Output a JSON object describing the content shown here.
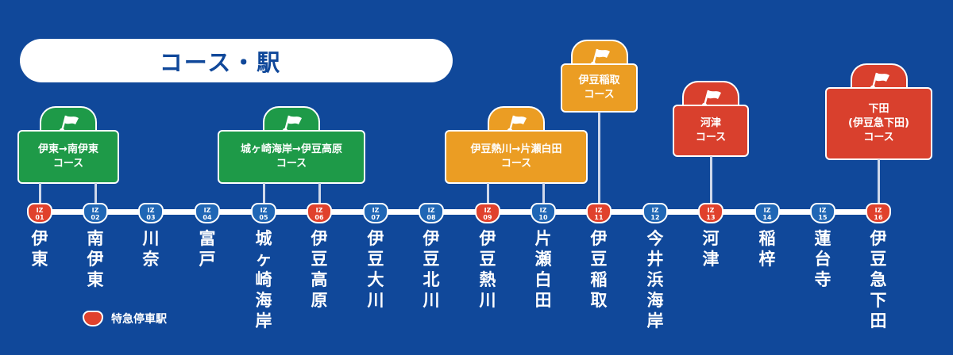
{
  "title": "コース・駅",
  "legend": {
    "label": "特急停車駅"
  },
  "colors": {
    "background": "#10489a",
    "express": "#e0412c",
    "normal": "#1f66b5",
    "green": "#1e9a48",
    "orange": "#eb9d23",
    "red": "#d9402d"
  },
  "stations": [
    {
      "line1": "IZ",
      "line2": "01",
      "name": "伊東",
      "express": true
    },
    {
      "line1": "IZ",
      "line2": "02",
      "name": "南伊東",
      "express": false
    },
    {
      "line1": "IZ",
      "line2": "03",
      "name": "川奈",
      "express": false
    },
    {
      "line1": "IZ",
      "line2": "04",
      "name": "富戸",
      "express": false
    },
    {
      "line1": "IZ",
      "line2": "05",
      "name": "城ヶ崎海岸",
      "express": false
    },
    {
      "line1": "IZ",
      "line2": "06",
      "name": "伊豆高原",
      "express": true
    },
    {
      "line1": "IZ",
      "line2": "07",
      "name": "伊豆大川",
      "express": false
    },
    {
      "line1": "IZ",
      "line2": "08",
      "name": "伊豆北川",
      "express": false
    },
    {
      "line1": "IZ",
      "line2": "09",
      "name": "伊豆熱川",
      "express": true
    },
    {
      "line1": "IZ",
      "line2": "10",
      "name": "片瀬白田",
      "express": false
    },
    {
      "line1": "IZ",
      "line2": "11",
      "name": "伊豆稲取",
      "express": true
    },
    {
      "line1": "IZ",
      "line2": "12",
      "name": "今井浜海岸",
      "express": false
    },
    {
      "line1": "IZ",
      "line2": "13",
      "name": "河津",
      "express": true
    },
    {
      "line1": "IZ",
      "line2": "14",
      "name": "稲梓",
      "express": false
    },
    {
      "line1": "IZ",
      "line2": "15",
      "name": "蓮台寺",
      "express": false
    },
    {
      "line1": "IZ",
      "line2": "16",
      "name": "伊豆急下田",
      "express": true
    }
  ],
  "courses": [
    {
      "line1": "伊東→南伊東",
      "line2": "コース",
      "color": "green"
    },
    {
      "line1": "城ヶ崎海岸→伊豆高原",
      "line2": "コース",
      "color": "green"
    },
    {
      "line1": "伊豆熱川→片瀬白田",
      "line2": "コース",
      "color": "orange"
    },
    {
      "line1": "伊豆稲取",
      "line2": "コース",
      "color": "orange"
    },
    {
      "line1": "河津",
      "line2": "コース",
      "color": "red"
    },
    {
      "line1": "下田",
      "line2": "(伊豆急下田)",
      "line3": "コース",
      "color": "red"
    }
  ]
}
